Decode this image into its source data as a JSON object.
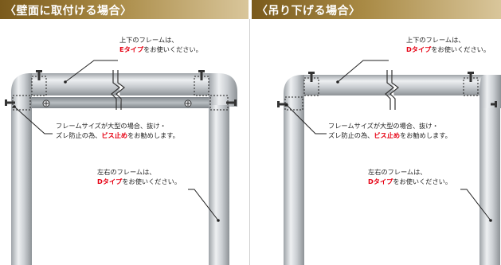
{
  "left": {
    "title": "〈壁面に取付ける場合〉",
    "top_note": {
      "line1": "上下のフレームは、",
      "highlight": "Eタイプ",
      "rest": "をお使いください。"
    },
    "screw_note": {
      "line1": "フレームサイズが大型の場合、抜け・",
      "line2_pre": "ズレ防止の為、",
      "highlight": "ビス止め",
      "line2_post": "をお勧めします。"
    },
    "side_note": {
      "line1": "左右のフレームは、",
      "highlight": "Dタイプ",
      "rest": "をお使いください。"
    }
  },
  "right": {
    "title": "〈吊り下げる場合〉",
    "top_note": {
      "line1": "上下のフレームは、",
      "highlight": "Dタイプ",
      "rest": "をお使いください。"
    },
    "screw_note": {
      "line1": "フレームサイズが大型の場合、抜け・",
      "line2_pre": "ズレ防止の為、",
      "highlight": "ビス止め",
      "line2_post": "をお勧めします。"
    },
    "side_note": {
      "line1": "左右のフレームは、",
      "highlight": "Dタイプ",
      "rest": "をお使いください。"
    }
  },
  "colors": {
    "header_gold": "#a98a45",
    "highlight_red": "#e60012",
    "frame_silver": "#c8ccd0"
  }
}
